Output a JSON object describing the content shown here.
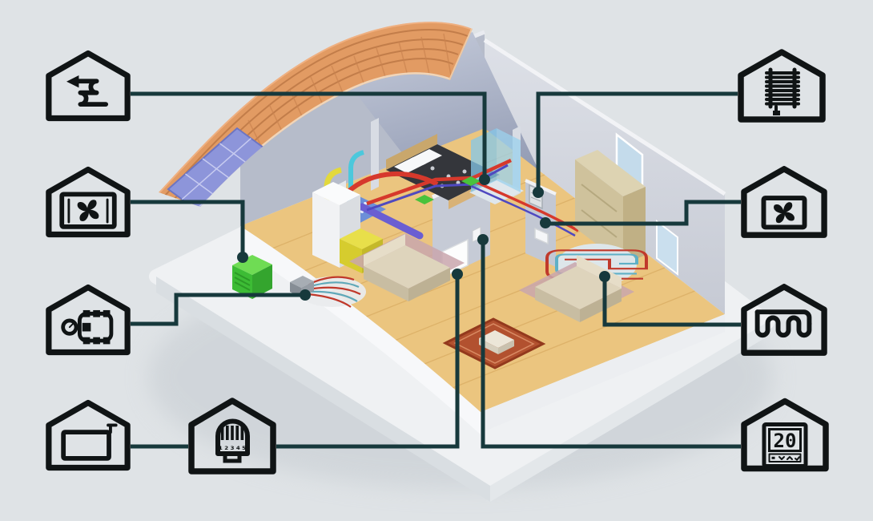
{
  "legend": {
    "trv_scale": "1 2 3 4 5",
    "thermostat_display": "20",
    "icons": [
      {
        "id": "heat-recovery",
        "meaning": "heat-recovery-air-loop"
      },
      {
        "id": "air-handling-unit",
        "meaning": "ventilation-unit-with-fan"
      },
      {
        "id": "heating-manifold",
        "meaning": "pump-group-with-pressure-gauge"
      },
      {
        "id": "storage-tank",
        "meaning": "hot-water-storage-tank"
      },
      {
        "id": "radiator-valve",
        "meaning": "thermostatic-radiator-valve-scale-1-5"
      },
      {
        "id": "radiator",
        "meaning": "vertical-ladder-radiator"
      },
      {
        "id": "extract-fan",
        "meaning": "wall-extract-fan"
      },
      {
        "id": "underfloor-heating",
        "meaning": "underfloor-heating-serpentine-loop"
      },
      {
        "id": "room-thermostat",
        "meaning": "digital-room-thermostat-20-degrees"
      }
    ]
  },
  "colors": {
    "background": "#dfe3e6",
    "connector": "#17393c",
    "icon_stroke": "#101415",
    "roof_tile": "#e29b63",
    "solar_panel": "#8d95da",
    "wall": "#c9cdd7",
    "floor_wood": "#ebc57f",
    "platform": "#eff1f3",
    "unit_green": "#4ec241",
    "duct_yellow": "#e3d93c",
    "duct_cyan": "#4cc8dc",
    "pipe_red": "#d6392c",
    "duct_purple": "#6a5ed2",
    "rug_red": "#b2512f",
    "heating_pipe_teal": "#5fb0c6"
  }
}
